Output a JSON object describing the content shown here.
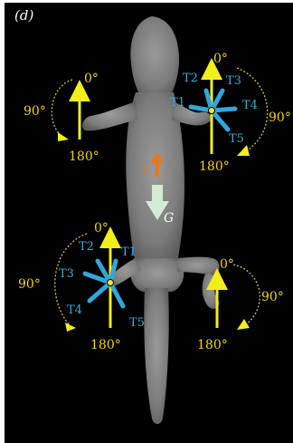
{
  "panel_label": "(d)",
  "angle_labels": {
    "zero": "0°",
    "ninety": "90°",
    "one_eighty": "180°"
  },
  "toe_labels": [
    "T1",
    "T2",
    "T3",
    "T4",
    "T5"
  ],
  "vector_labels": {
    "velocity": "v",
    "gravity": "G"
  },
  "colors": {
    "background": "#000000",
    "axis_arrow": "#f2ee1a",
    "toe": "#33a6dc",
    "angle_text": "#f2d21c",
    "toe_text": "#3aa9e0",
    "velocity": "#e07a28",
    "gravity": "#d4ecd4",
    "body": "#8a8a8a"
  }
}
